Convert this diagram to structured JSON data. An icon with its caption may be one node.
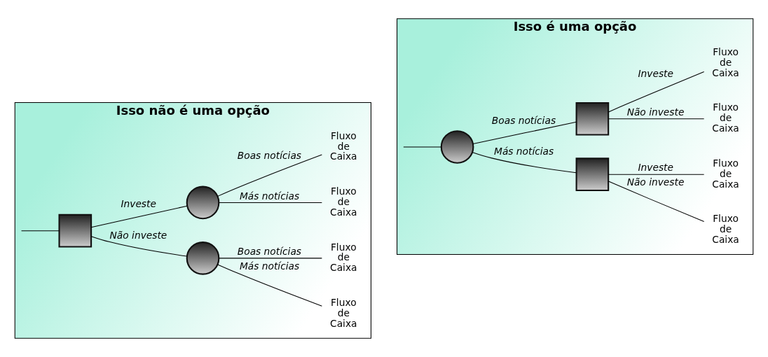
{
  "diagram": {
    "nodes": [
      {
        "text": [
          "Isso não é uma opção"
        ]
      },
      {
        "text": [],
        "shape": "box",
        "in": 0
      },
      {
        "text": [],
        "shape": "circle",
        "in": 0
      },
      {
        "text": [],
        "shape": "circle",
        "in": 0
      },
      {
        "text": [
          "Fluxo de Caixa"
        ],
        "in": 0
      },
      {
        "text": [
          "Fluxo de Caixa"
        ],
        "in": 0
      },
      {
        "text": [
          "Fluxo de Caixa"
        ],
        "in": 0
      },
      {
        "text": [
          "Fluxo de Caixa"
        ],
        "in": 0
      },
      {
        "text": [
          "Isso é uma opção"
        ]
      },
      {
        "text": [],
        "shape": "circle",
        "in": 8
      },
      {
        "text": [],
        "shape": "box",
        "in": 8
      },
      {
        "text": [],
        "shape": "box",
        "in": 8
      },
      {
        "text": [
          "Fluxo de Caixa"
        ],
        "in": 8
      },
      {
        "text": [
          "Fluxo de Caixa"
        ],
        "in": 8
      },
      {
        "text": [
          "Fluxo de Caixa"
        ],
        "in": 8
      },
      {
        "text": [
          "Fluxo de Caixa"
        ],
        "in": 8
      }
    ],
    "edges": [
      {
        "from": null,
        "to": 1,
        "arrow": "none"
      },
      {
        "from": 1,
        "to": 2,
        "arrow": "none",
        "label": "Investe"
      },
      {
        "from": 1,
        "to": 3,
        "arrow": "none",
        "label": "Não investe"
      },
      {
        "from": 2,
        "to": 4,
        "arrow": "none",
        "label": "Boas notícias"
      },
      {
        "from": 2,
        "to": 5,
        "arrow": "none",
        "label": "Más notícias"
      },
      {
        "from": 3,
        "to": 6,
        "arrow": "none",
        "label": "Boas notícias"
      },
      {
        "from": 3,
        "to": 7,
        "arrow": "none",
        "label": "Más notícias"
      },
      {
        "from": null,
        "to": 9,
        "arrow": "none"
      },
      {
        "from": 9,
        "to": 10,
        "arrow": "none",
        "label": "Boas notícias"
      },
      {
        "from": 9,
        "to": 11,
        "arrow": "none",
        "label": "Más notícias"
      },
      {
        "from": 10,
        "to": 12,
        "arrow": "none",
        "label": "Investe"
      },
      {
        "from": 10,
        "to": 13,
        "arrow": "none",
        "label": "Não investe"
      },
      {
        "from": 11,
        "to": 14,
        "arrow": "none",
        "label": "Investe"
      },
      {
        "from": 11,
        "to": 15,
        "arrow": "none",
        "label": "Não investe"
      }
    ]
  }
}
